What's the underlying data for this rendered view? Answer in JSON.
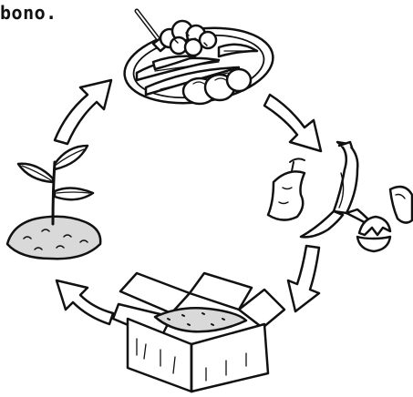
{
  "caption": {
    "text": "bono."
  },
  "cycle": {
    "stages": [
      {
        "id": "food",
        "icon": "plate-of-food-icon"
      },
      {
        "id": "scraps",
        "icon": "food-scraps-icon"
      },
      {
        "id": "compost",
        "icon": "compost-box-icon"
      },
      {
        "id": "plant",
        "icon": "sprouting-plant-icon"
      }
    ],
    "arrows": [
      {
        "from": "food",
        "to": "scraps",
        "icon": "cycle-arrow-icon"
      },
      {
        "from": "scraps",
        "to": "compost",
        "icon": "cycle-arrow-icon"
      },
      {
        "from": "compost",
        "to": "plant",
        "icon": "cycle-arrow-icon"
      },
      {
        "from": "plant",
        "to": "food",
        "icon": "cycle-arrow-icon"
      }
    ]
  },
  "colors": {
    "ink": "#111111",
    "paper": "#ffffff",
    "soil": "#d9d9d9"
  }
}
